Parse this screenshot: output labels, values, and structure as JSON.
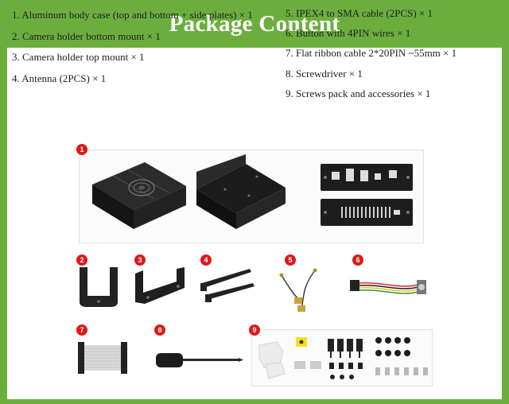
{
  "header": {
    "title": "Package Content"
  },
  "items_left": [
    "1. Aluminum body case (top and bottom + side plates) × 1",
    "2. Camera holder bottom mount × 1",
    "3. Camera holder top mount × 1",
    "4. Antenna (2PCS) × 1"
  ],
  "items_right": [
    "5. IPEX4 to SMA cable (2PCS) × 1",
    "6. Button with 4PIN wires × 1",
    "7. Flat ribbon cable 2*20PIN ~55mm × 1",
    "8. Screwdriver × 1",
    "9. Screws pack and accessories × 1"
  ],
  "badges": [
    "1",
    "2",
    "3",
    "4",
    "5",
    "6",
    "7",
    "8",
    "9"
  ],
  "colors": {
    "brand_green": "#6cae3e",
    "badge_red": "#e01818"
  }
}
